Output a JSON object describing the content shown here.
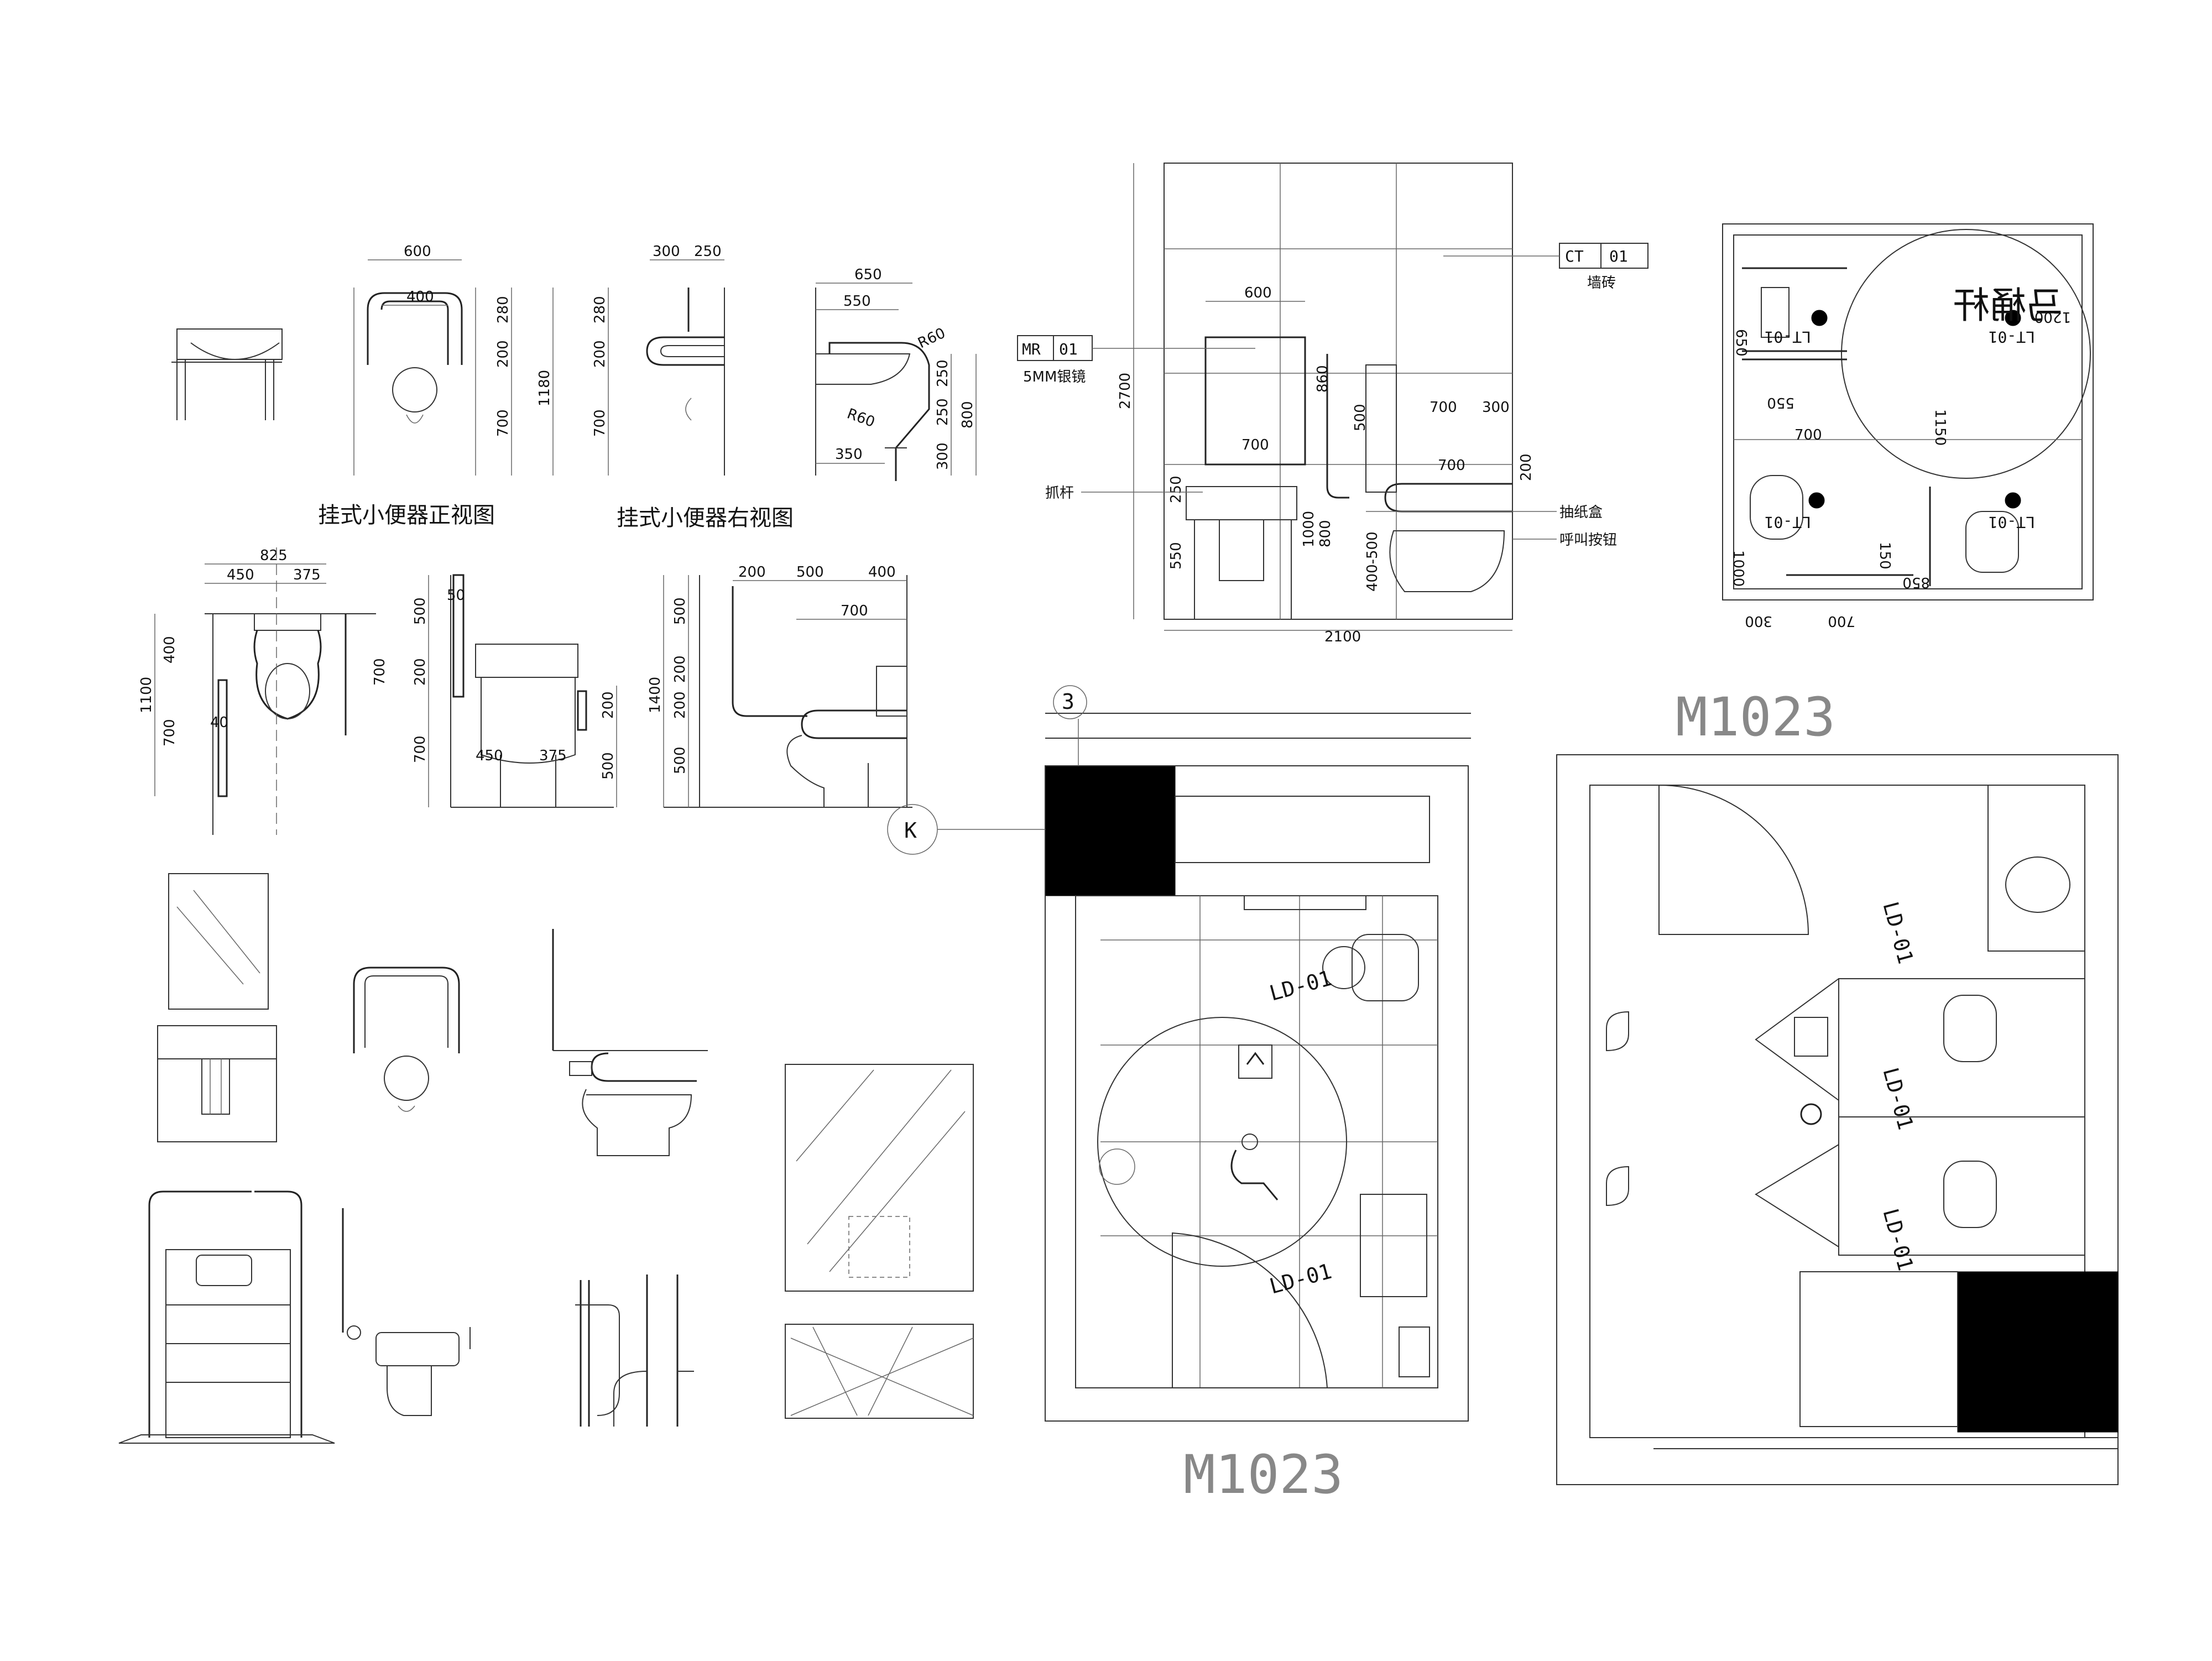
{
  "drawing": {
    "captions": {
      "urinal_front": "挂式小便器正视图",
      "urinal_right": "挂式小便器右视图"
    },
    "room_labels": {
      "plan_center": "M1023",
      "plan_right": "M1023"
    },
    "axis_markers": {
      "grid_3": "3",
      "grid_k": "K"
    },
    "elevation": {
      "mr_code": "MR",
      "mr_num": "01",
      "mr_note": "5MM银镜",
      "ct_code": "CT",
      "ct_num": "01",
      "ct_note": "墙砖",
      "grab_bar": "抓杆",
      "tissue_box": "抽纸盒",
      "call_button": "呼叫按钮",
      "dims": {
        "w_total": "2100",
        "h_total": "2700",
        "mirror_w": "600",
        "d700a": "700",
        "d700b": "700",
        "d300": "300",
        "d700c": "700",
        "d200": "200",
        "d250": "250",
        "d550": "550",
        "d800": "800",
        "d400_500": "400-500",
        "d1000": "1000",
        "d860": "860",
        "d500": "500"
      }
    },
    "urinal_front_dims": {
      "w600": "600",
      "w400": "400",
      "h280": "280",
      "h200": "200",
      "h700": "700",
      "h1180": "1180"
    },
    "urinal_right_dims": {
      "w300": "300",
      "w250": "250",
      "h280": "280",
      "h200": "200",
      "h700": "700"
    },
    "basin_side_dims": {
      "w650": "650",
      "w550": "550",
      "r60a": "R60",
      "r60b": "R60",
      "w350": "350",
      "h250a": "250",
      "h250b": "250",
      "h300": "300",
      "h800": "800"
    },
    "toilet_plan_dims": {
      "w825": "825",
      "w450": "450",
      "w375": "375",
      "h400": "400",
      "h700": "700",
      "h1100": "1100",
      "h40": "40",
      "h700r": "700"
    },
    "toilet_front_dims": {
      "h500": "500",
      "h200": "200",
      "h700": "700",
      "w50": "50",
      "w450": "450",
      "w375": "375",
      "h200r": "200",
      "h500r": "500"
    },
    "toilet_side_dims": {
      "w200": "200",
      "w500": "500",
      "w400": "400",
      "w700": "700",
      "h500": "500",
      "h200a": "200",
      "h200b": "200",
      "h500b": "500",
      "h1400": "1400"
    },
    "plan_tags": {
      "ld1": "LD-01",
      "ld2": "LD-01",
      "ld3": "LD-01",
      "ld4": "LD-01",
      "ld5": "LD-01",
      "lt1": "LT-01",
      "lt2": "LT-01",
      "lt3": "LT-01",
      "lt4": "LT-01",
      "mirror_stamp": "马桶杆"
    },
    "small_plan_dims": {
      "d1200": "1200",
      "d1150": "1150",
      "d700": "700",
      "d550": "550",
      "d300": "300",
      "d700b": "700",
      "d150": "150",
      "d850": "850",
      "d1000": "1000",
      "d650": "650"
    }
  }
}
